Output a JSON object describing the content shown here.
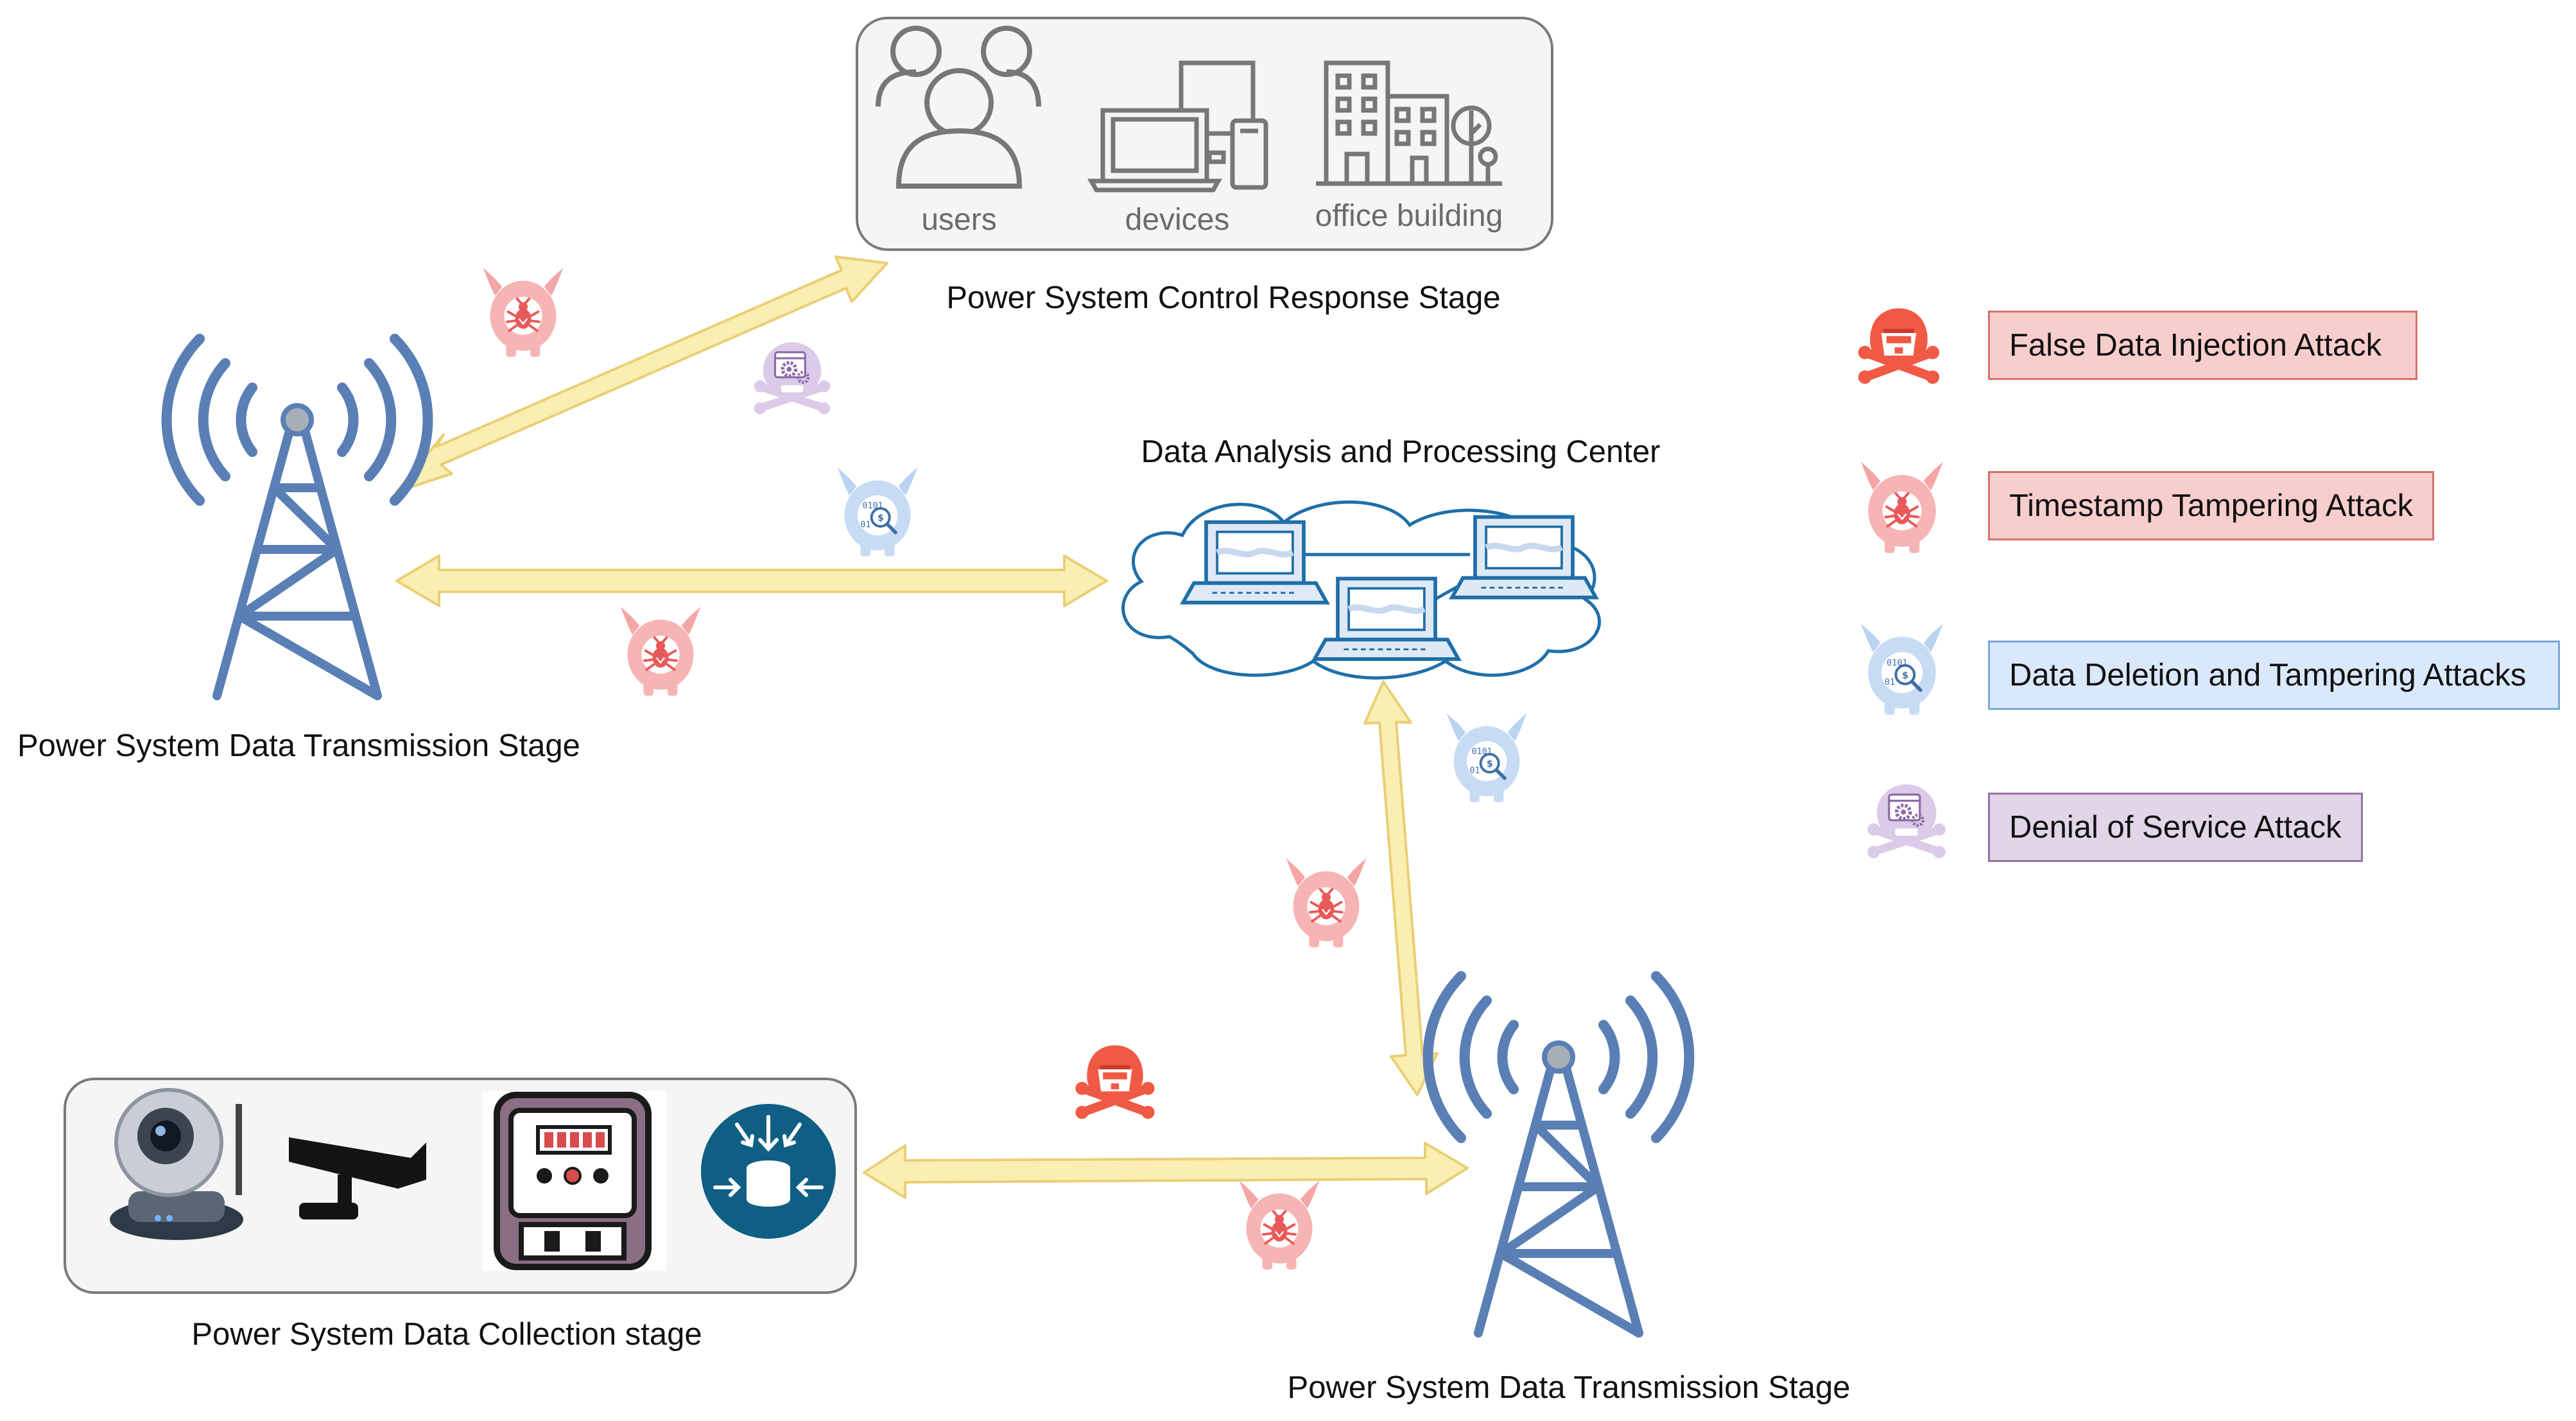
{
  "control_stage": {
    "group": {
      "users": "users",
      "devices": "devices",
      "office": "office building"
    },
    "label": "Power System Control Response Stage"
  },
  "center": {
    "label": "Data Analysis and Processing Center"
  },
  "transmission_left": {
    "label": "Power System Data Transmission Stage"
  },
  "transmission_bottom": {
    "label": "Power System Data Transmission Stage"
  },
  "collection": {
    "label": "Power System Data Collection stage"
  },
  "legend": {
    "false_data": "False Data Injection Attack",
    "timestamp": "Timestamp Tampering Attack",
    "deletion": "Data Deletion and Tampering Attacks",
    "dos": "Denial of Service Attack"
  },
  "colors": {
    "fdi": "#f05a45",
    "timestamp": "#f28a8a",
    "deletion": "#a9c8ec",
    "dos": "#d9c6e6",
    "arrow_fill": "#fbeeb2",
    "arrow_stroke": "#e9cf76",
    "tower": "#5a7fb5",
    "cloud_stroke": "#1f6fa8"
  },
  "icons": {
    "fdi": "hacker-skull-icon",
    "timestamp": "virus-monster-icon",
    "deletion": "data-search-monster-icon",
    "dos": "gear-window-skull-icon"
  }
}
